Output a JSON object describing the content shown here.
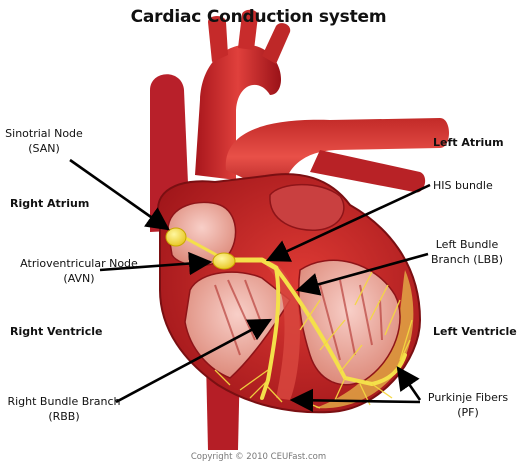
{
  "title": "Cardiac Conduction system",
  "labels": {
    "san_line1": "Sinotrial Node",
    "san_line2": "(SAN)",
    "right_atrium": "Right Atrium",
    "avn_line1": "Atrioventricular Node",
    "avn_line2": "(AVN)",
    "right_ventricle": "Right Ventricle",
    "rbb_line1": "Right Bundle Branch",
    "rbb_line2": "(RBB)",
    "left_atrium": "Left Atrium",
    "his": "HIS bundle",
    "lbb_line1": "Left Bundle",
    "lbb_line2": "Branch (LBB)",
    "left_ventricle": "Left Ventricle",
    "pf_line1": "Purkinje Fibers",
    "pf_line2": "(PF)"
  },
  "copyright": "Copyright © 2010 CEUFast.com",
  "colors": {
    "muscle": "#c8282a",
    "muscle_dark": "#8e1418",
    "tissue_light": "#f0b4ae",
    "fat": "#e8b84a",
    "conduction": "#f4e04a",
    "arrow": "#000000"
  }
}
